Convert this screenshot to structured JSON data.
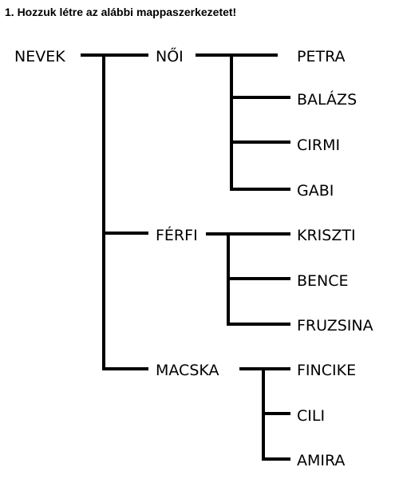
{
  "task": {
    "title": "1. Hozzuk létre az alábbi mappaszerkezetet!"
  },
  "tree": {
    "root": "NEVEK",
    "groups": [
      {
        "name": "NŐI",
        "children": [
          "PETRA",
          "BALÁZS",
          "CIRMI",
          "GABI"
        ]
      },
      {
        "name": "FÉRFI",
        "children": [
          "KRISZTI",
          "BENCE",
          "FRUZSINA"
        ]
      },
      {
        "name": "MACSKA",
        "children": [
          "FINCIKE",
          "CILI",
          "AMIRA"
        ]
      }
    ]
  }
}
